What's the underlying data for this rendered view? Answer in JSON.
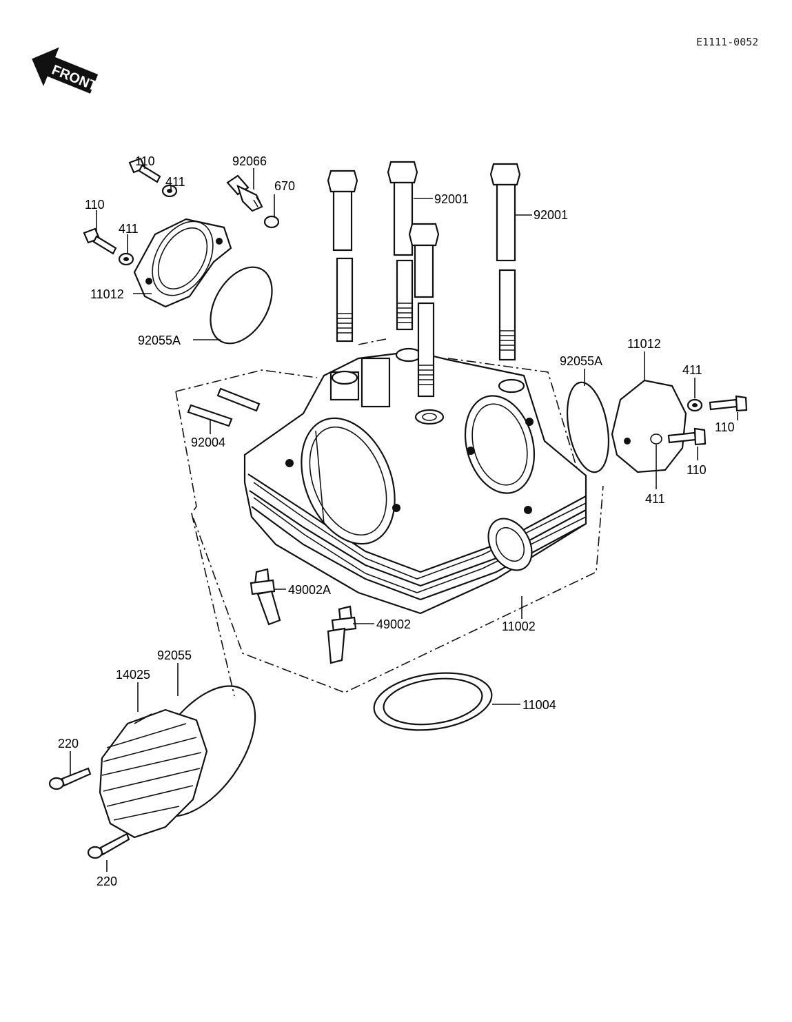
{
  "diagram_code": "E1111-0052",
  "front_badge": "FRONT",
  "callouts": {
    "c110_a": "110",
    "c411_a": "411",
    "c110_b": "110",
    "c411_b": "411",
    "c11012_left": "11012",
    "c92055a_left": "92055A",
    "c92066": "92066",
    "c670": "670",
    "c92001_a": "92001",
    "c92001_b": "92001",
    "c92004": "92004",
    "c92055a_right": "92055A",
    "c11012_right": "11012",
    "c411_c": "411",
    "c110_c": "110",
    "c110_d": "110",
    "c411_d": "411",
    "c49002a": "49002A",
    "c49002": "49002",
    "c11002": "11002",
    "c92055": "92055",
    "c14025": "14025",
    "c11004": "11004",
    "c220_a": "220",
    "c220_b": "220"
  }
}
